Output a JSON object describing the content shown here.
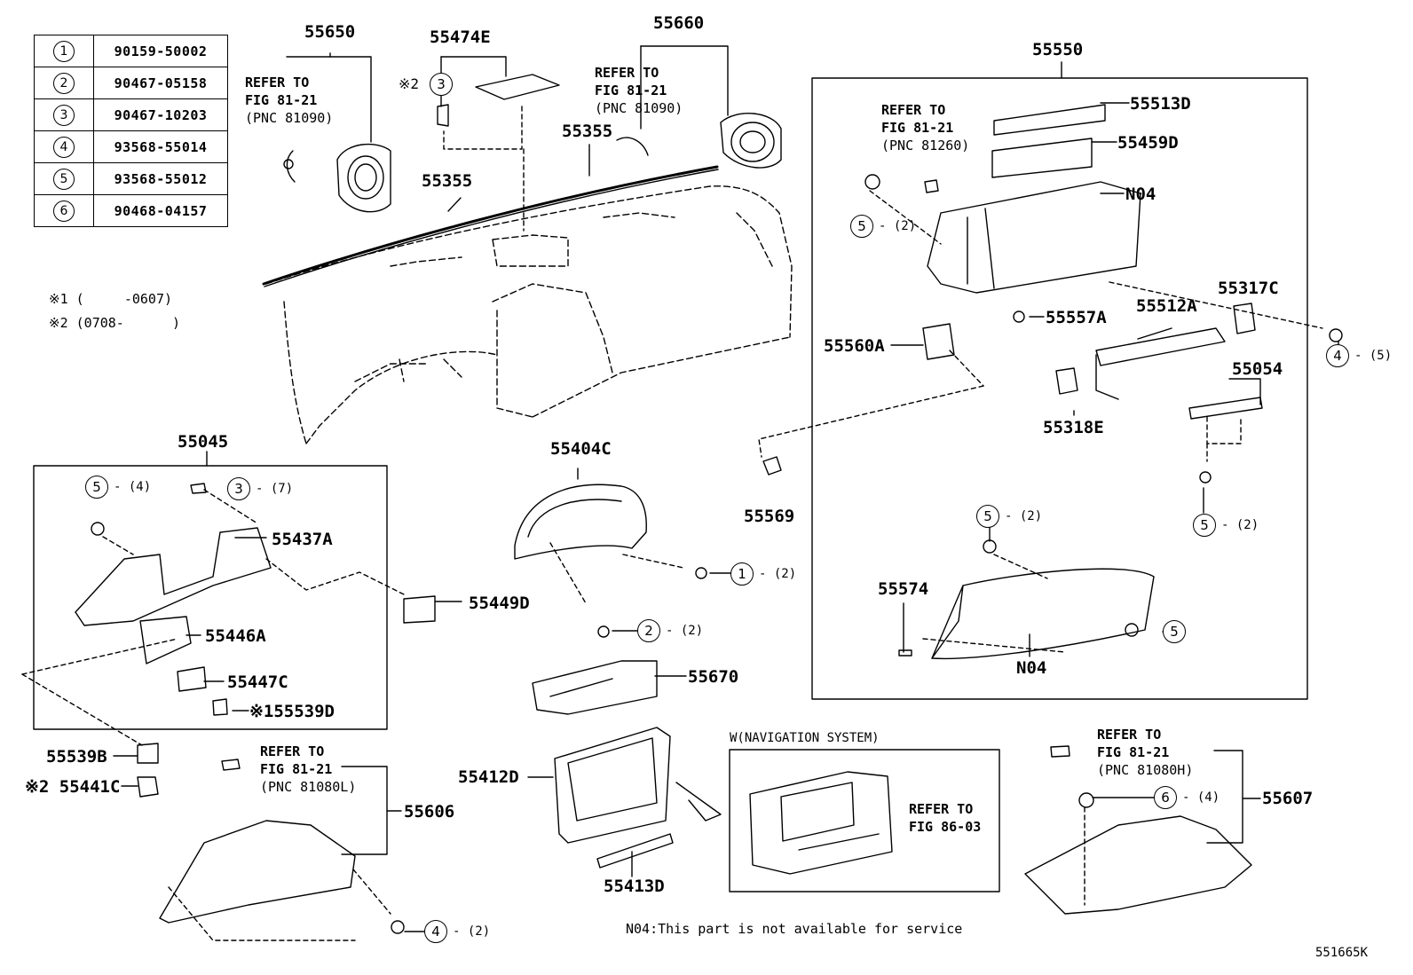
{
  "legend": [
    {
      "num": "1",
      "part": "90159-50002"
    },
    {
      "num": "2",
      "part": "90467-05158"
    },
    {
      "num": "3",
      "part": "90467-10203"
    },
    {
      "num": "4",
      "part": "93568-55014"
    },
    {
      "num": "5",
      "part": "93568-55012"
    },
    {
      "num": "6",
      "part": "90468-04157"
    }
  ],
  "notes": {
    "note1": "※1 (     -0607)",
    "note2": "※2 (0708-      )",
    "footer": "N04:This part is not available for service",
    "figure_code": "551665K",
    "nav_title": "W(NAVIGATION SYSTEM)"
  },
  "refs": {
    "r1": {
      "line1": "REFER TO",
      "line2": "FIG 81-21",
      "line3": "(PNC 81090)"
    },
    "r2": {
      "line1": "REFER TO",
      "line2": "FIG 81-21",
      "line3": "(PNC 81090)"
    },
    "r3": {
      "line1": "REFER TO",
      "line2": "FIG 81-21",
      "line3": "(PNC 81260)"
    },
    "r4": {
      "line1": "REFER TO",
      "line2": "FIG 81-21",
      "line3": "(PNC 81080L)"
    },
    "r5": {
      "line1": "REFER TO",
      "line2": "FIG 81-21",
      "line3": "(PNC 81080H)"
    },
    "r6": {
      "line1": "REFER TO",
      "line2": "FIG 86-03"
    }
  },
  "labels": {
    "p55650": "55650",
    "p55474E": "55474E",
    "p55660": "55660",
    "p55355a": "55355",
    "p55355b": "55355",
    "p55550": "55550",
    "p55513D": "55513D",
    "p55459D": "55459D",
    "pN04a": "N04",
    "pN04b": "N04",
    "p55557A": "55557A",
    "p55512A": "55512A",
    "p55317C": "55317C",
    "p55560A": "55560A",
    "p55054": "55054",
    "p55318E": "55318E",
    "p55569": "55569",
    "p55574": "55574",
    "p55045": "55045",
    "p55437A": "55437A",
    "p55449D": "55449D",
    "p55446A": "55446A",
    "p55447C": "55447C",
    "p55539D": "※155539D",
    "p55539B": "55539B",
    "p55441C": "※2 55441C",
    "p55404C": "55404C",
    "p55670": "55670",
    "p55412D": "55412D",
    "p55413D": "55413D",
    "p55606": "55606",
    "p55607": "55607"
  },
  "callouts": {
    "c_sym2": "※2",
    "c3_top": "3",
    "c5_a": "5",
    "q5_a": "- (2)",
    "c4_a": "4",
    "q4_a": "- (5)",
    "c5_b": "5",
    "q5_b": "- (2)",
    "c5_c": "5",
    "q5_c": "- (2)",
    "c5_d": "5",
    "c5_e": "5",
    "q5_e": "- (4)",
    "c3_b": "3",
    "q3_b": "- (7)",
    "c1": "1",
    "q1": "- (2)",
    "c2": "2",
    "q2": "- (2)",
    "c4_b": "4",
    "q4_b": "- (2)",
    "c6": "6",
    "q6": "- (4)"
  }
}
